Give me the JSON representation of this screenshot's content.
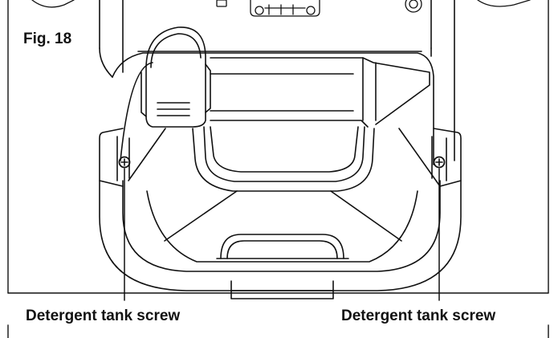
{
  "figure": {
    "label": "Fig. 18"
  },
  "callouts": {
    "left_label": "Detergent tank screw",
    "right_label": "Detergent tank screw"
  },
  "colors": {
    "line": "#111111",
    "background": "#ffffff"
  }
}
